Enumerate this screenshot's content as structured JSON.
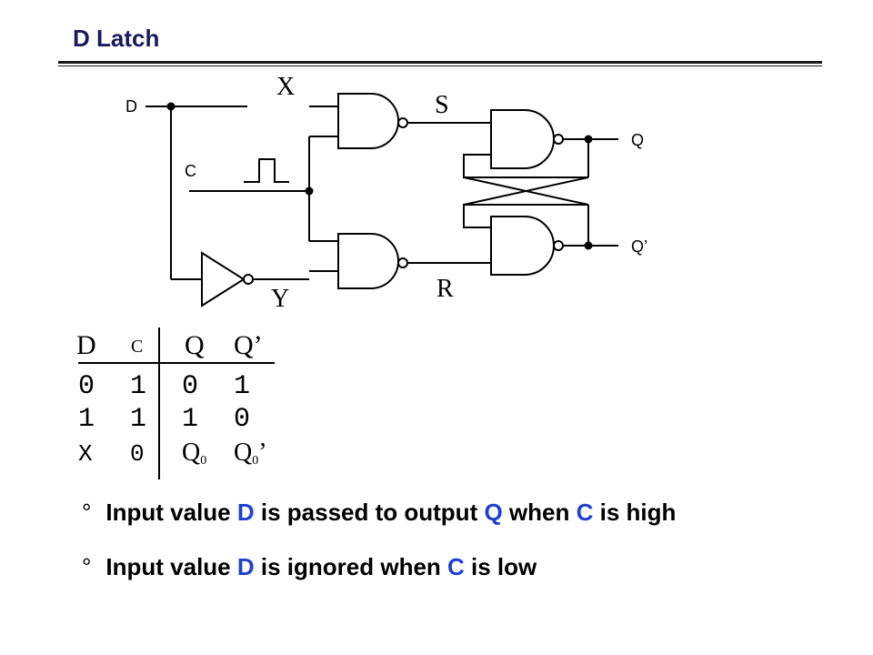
{
  "title": "D Latch",
  "circuit": {
    "input_d": "D",
    "input_c": "C",
    "node_x": "X",
    "node_y": "Y",
    "node_s": "S",
    "node_r": "R",
    "output_q": "Q",
    "output_qbar": "Q’"
  },
  "truth_table": {
    "headers": {
      "d": "D",
      "c": "C",
      "q": "Q",
      "qbar": "Q’"
    },
    "rows": [
      {
        "d": "0",
        "c": "1",
        "q": "0",
        "qbar": "1"
      },
      {
        "d": "1",
        "c": "1",
        "q": "1",
        "qbar": "0"
      }
    ],
    "hold_row": {
      "d": "X",
      "c": "0",
      "q": "Q",
      "q_sub": "0",
      "qbar": "Q",
      "qbar_sub": "0",
      "qbar_prime": "’"
    }
  },
  "bullets": [
    {
      "mark": "°",
      "t1": "Input value ",
      "d": "D",
      "t2": " is passed to output ",
      "q": "Q",
      "t3": " when ",
      "c": "C",
      "t4": " is high"
    },
    {
      "mark": "°",
      "t1": "Input value ",
      "d": "D",
      "t2": " is ignored when ",
      "c": "C",
      "t3": " is low"
    }
  ],
  "colors": {
    "title": "#1a1a5e",
    "highlight": "#1f3fd1"
  }
}
